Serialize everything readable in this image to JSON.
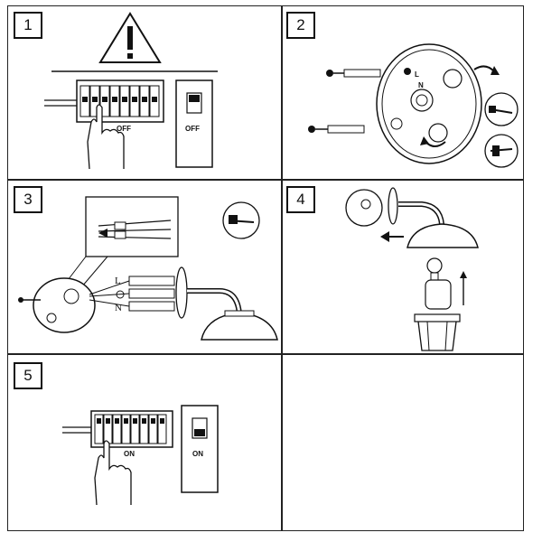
{
  "steps": [
    {
      "number": "1",
      "labels": {
        "breaker_state": "OFF",
        "main_switch_state": "OFF"
      }
    },
    {
      "number": "2",
      "labels": {
        "live": "L",
        "neutral": "N"
      }
    },
    {
      "number": "3",
      "labels": {
        "live": "L",
        "neutral": "N"
      }
    },
    {
      "number": "4"
    },
    {
      "number": "5",
      "labels": {
        "breaker_state": "ON",
        "main_switch_state": "ON"
      }
    }
  ]
}
